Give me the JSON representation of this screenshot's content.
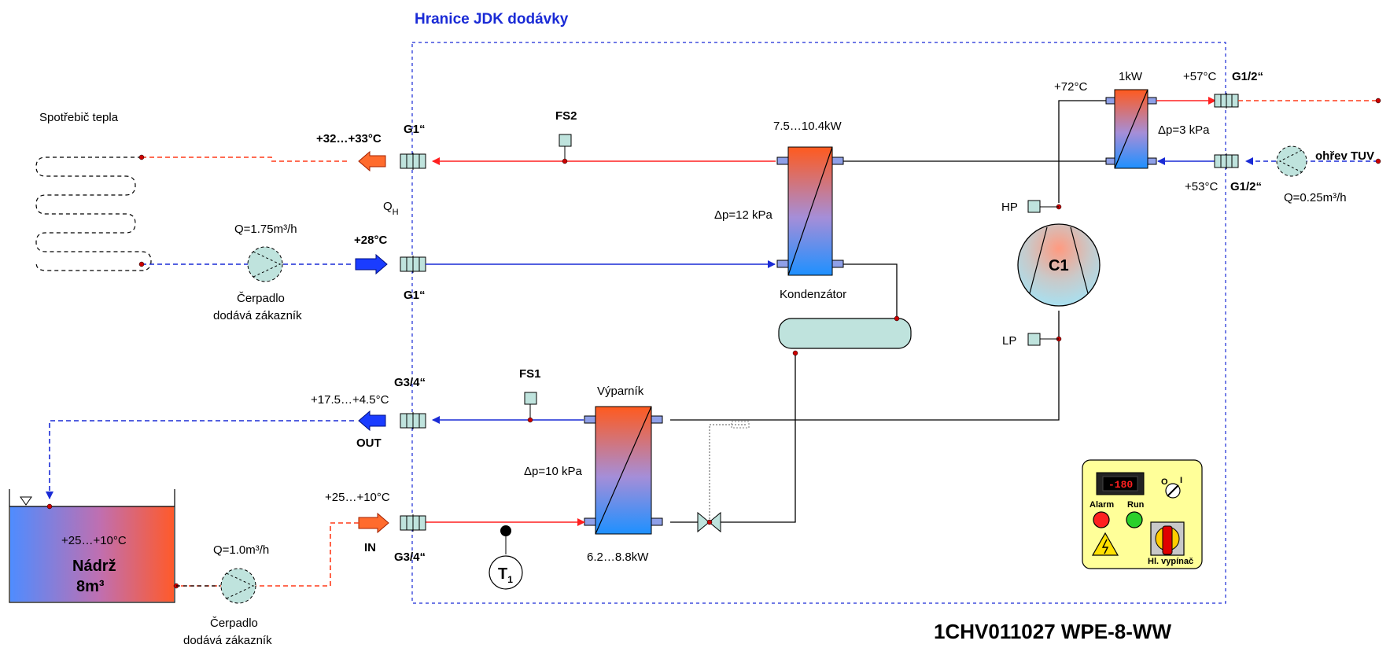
{
  "title": "1CHV011027 WPE-8-WW",
  "boundary_label": "Hranice JDK dodávky",
  "consumer": {
    "label": "Spotřebič tepla",
    "supply_temp": "+32…+33°C",
    "return_temp": "+28°C",
    "flow": "Q=1.75m³/h",
    "pump_note_1": "Čerpadlo",
    "pump_note_2": "dodává zákazník",
    "conn_top": "G1“",
    "conn_bottom": "G1“",
    "heat_symbol": "Q",
    "heat_sub": "H"
  },
  "condenser": {
    "power": "7.5…10.4kW",
    "dp": "Δp=12 kPa",
    "name": "Kondenzátor"
  },
  "flow_switches": {
    "fs2": "FS2",
    "fs1": "FS1"
  },
  "dhw": {
    "power": "1kW",
    "temp_in": "+72°C",
    "out_temp": "+57°C",
    "ret_temp": "+53°C",
    "conn_top": "G1/2“",
    "conn_bottom": "G1/2“",
    "dp": "Δp=3 kPa",
    "label": "ohřev TUV",
    "flow": "Q=0.25m³/h"
  },
  "compressor": {
    "label": "C1",
    "hp": "HP",
    "lp": "LP"
  },
  "evaporator": {
    "name": "Výparník",
    "power": "6.2…8.8kW",
    "dp": "Δp=10 kPa"
  },
  "source": {
    "out_conn": "G3/4“",
    "out_temp": "+17.5…+4.5°C",
    "out_label": "OUT",
    "in_temp": "+25…+10°C",
    "in_label": "IN",
    "in_conn": "G3/4“",
    "tank_temp": "+25…+10°C",
    "tank_name": "Nádrž",
    "tank_volume": "8m³",
    "flow": "Q=1.0m³/h",
    "pump_note_1": "Čerpadlo",
    "pump_note_2": "dodává zákazník"
  },
  "sensor": {
    "label": "T",
    "sub": "1"
  },
  "panel": {
    "display": "-180",
    "alarm": "Alarm",
    "run": "Run",
    "switch_o": "O",
    "switch_i": "I",
    "switch_label": "Hl. vypínač"
  },
  "colors": {
    "hot": "#ff2020",
    "cold": "#1a2bd6",
    "boundary": "#1a2bd6",
    "panel": "#ffff99"
  }
}
